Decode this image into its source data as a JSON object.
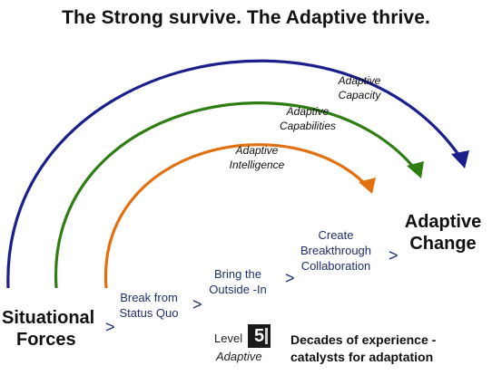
{
  "title": "The Strong survive.  The Adaptive thrive.",
  "arcs": [
    {
      "label_line1": "Adaptive",
      "label_line2": "Capacity",
      "color": "#1a1f8c"
    },
    {
      "label_line1": "Adaptive",
      "label_line2": "Capabilities",
      "color": "#2e7d12"
    },
    {
      "label_line1": "Adaptive",
      "label_line2": "Intelligence",
      "color": "#e07010"
    }
  ],
  "left_label": {
    "line1": "Situational",
    "line2": "Forces"
  },
  "right_label": {
    "line1": "Adaptive",
    "line2": "Change"
  },
  "steps": [
    {
      "line1": "Break from",
      "line2": "Status Quo"
    },
    {
      "line1": "Bring the",
      "line2": "Outside -In"
    },
    {
      "line1": "Create",
      "line2": "Breakthrough",
      "line3": "Collaboration"
    }
  ],
  "chevron": ">",
  "logo": {
    "level": "Level",
    "number": "5",
    "word": "Adaptive"
  },
  "tagline": {
    "line1": "Decades of experience -",
    "line2": "catalysts for adaptation"
  }
}
